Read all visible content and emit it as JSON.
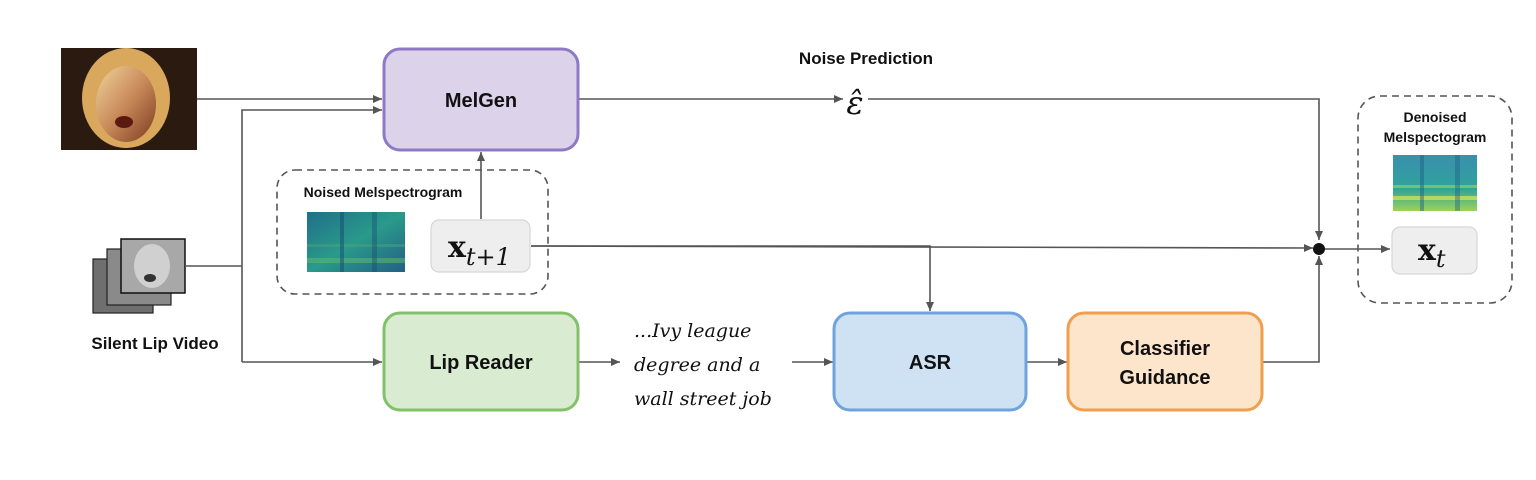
{
  "labels": {
    "noise_prediction": "Noise Prediction",
    "noised_mel": "Noised Melspectrogram",
    "denoised_line1": "Denoised",
    "denoised_line2": "Melspectogram",
    "silent_lip_video": "Silent Lip Video"
  },
  "blocks": {
    "melgen": "MelGen",
    "lip_reader": "Lip Reader",
    "asr": "ASR",
    "classifier_line1": "Classifier",
    "classifier_line2": "Guidance"
  },
  "transcript": {
    "line1": "...Ivy league",
    "line2": "degree and a",
    "line3": "wall street job"
  },
  "math": {
    "epsilon_hat": "ε̂",
    "x_var": "x",
    "x_next_sub": "t+1",
    "x_cur_sub": "t"
  },
  "colors": {
    "melgen_fill": "#dcd2ea",
    "melgen_stroke": "#8f78c4",
    "melgen_text": "#6a4fb0",
    "lip_fill": "#d9ecd2",
    "lip_stroke": "#82c06a",
    "lip_text": "#6aab50",
    "asr_fill": "#cfe2f3",
    "asr_stroke": "#6fa3df",
    "asr_text": "#3d7bc2",
    "cls_fill": "#fde5cc",
    "cls_stroke": "#ef9f4d",
    "cls_text": "#ef9f4d"
  }
}
